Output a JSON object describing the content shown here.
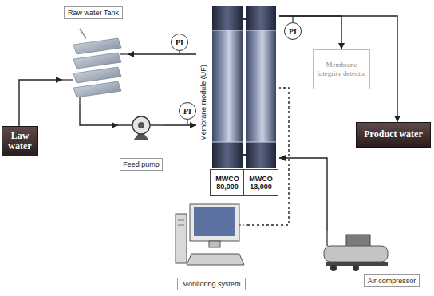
{
  "diagram": {
    "nodes": [
      {
        "text": [
          "Raw water Tank"
        ]
      },
      {
        "text": [
          "PI"
        ]
      },
      {
        "text": [
          "PI"
        ]
      },
      {
        "text": [
          "Membrane module (UF)"
        ]
      },
      {
        "text": [
          "Membrane Integrity detector"
        ]
      },
      {
        "text": [
          "Law water"
        ]
      },
      {
        "text": [
          "PI"
        ]
      },
      {
        "text": [
          "Feed pump"
        ]
      },
      {
        "text": [
          "MWCO 80,000"
        ]
      },
      {
        "text": [
          "MWCO 13,000"
        ]
      },
      {
        "text": [
          "Product water"
        ]
      },
      {
        "text": [
          "Monitoring system"
        ]
      },
      {
        "text": [
          "Air compressor"
        ]
      }
    ],
    "edges": [
      {
        "from": 5,
        "to": 0,
        "arrow": "to"
      },
      {
        "from": 0,
        "to": 7,
        "arrow": "to"
      },
      {
        "from": 7,
        "to": 3,
        "arrow": "to"
      },
      {
        "from": 3,
        "to": 0,
        "arrow": "to"
      },
      {
        "from": 3,
        "to": 10,
        "arrow": "to"
      },
      {
        "from": 3,
        "to": 4,
        "arrow": "to"
      },
      {
        "from": 12,
        "to": 3,
        "arrow": "to"
      },
      {
        "from": 11,
        "to": 3,
        "arrow": "none"
      }
    ]
  }
}
